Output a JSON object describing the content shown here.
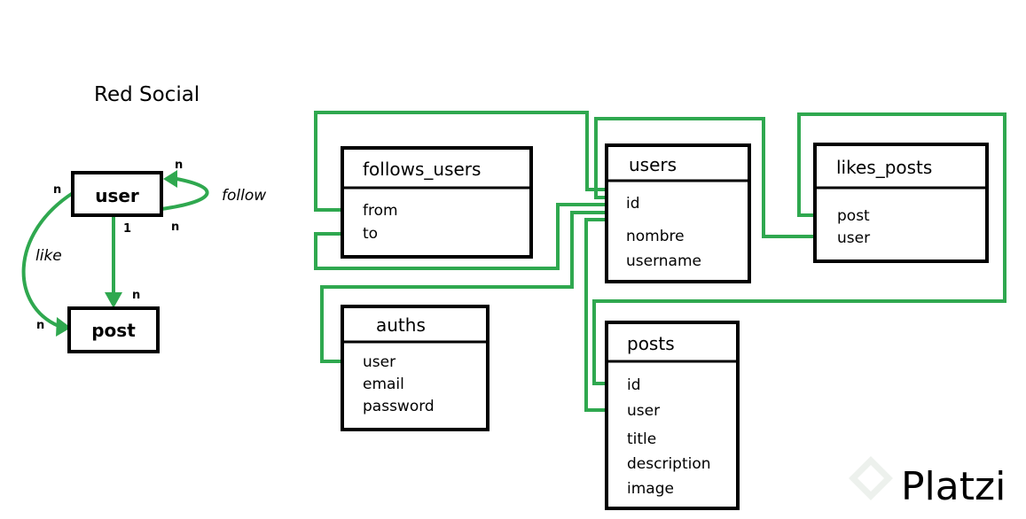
{
  "title": "Red Social",
  "colors": {
    "connector": "#2fa84f",
    "box_border": "#000000",
    "watermark": "#e6ebe6"
  },
  "conceptual": {
    "entities": {
      "user": "user",
      "post": "post"
    },
    "relations": {
      "follow": "follow",
      "like": "like"
    },
    "cardinalities": {
      "like_from_user": "n",
      "like_to_post": "n",
      "follow_in": "n",
      "follow_out": "n",
      "user_to_post_user_side": "1",
      "user_to_post_post_side": "n"
    }
  },
  "tables": {
    "follows_users": {
      "name": "follows_users",
      "fields": [
        "from",
        "to"
      ]
    },
    "users": {
      "name": "users",
      "fields": [
        "id",
        "nombre",
        "username"
      ]
    },
    "likes_posts": {
      "name": "likes_posts",
      "fields": [
        "post",
        "user"
      ]
    },
    "auths": {
      "name": "auths",
      "fields": [
        "user",
        "email",
        "password"
      ]
    },
    "posts": {
      "name": "posts",
      "fields": [
        "id",
        "user",
        "title",
        "description",
        "image"
      ]
    }
  },
  "watermark": {
    "text": "Platzi",
    "icon": "platzi-logo-icon"
  }
}
